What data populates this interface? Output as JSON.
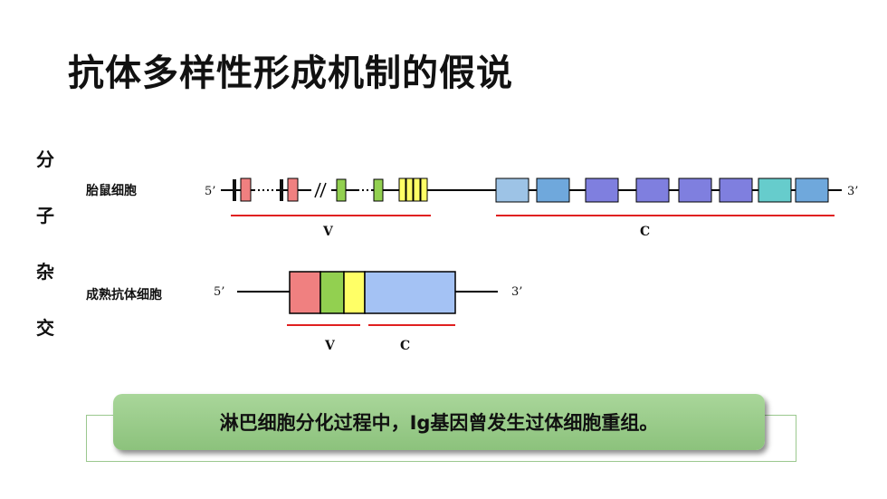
{
  "title": "抗体多样性形成机制的假说",
  "side_label": [
    "分",
    "子",
    "杂",
    "交"
  ],
  "row1": {
    "label": "胎鼠细胞",
    "five": "5’",
    "three": "3’",
    "v": "V",
    "c": "C"
  },
  "row2": {
    "label": "成熟抗体细胞",
    "five": "5’",
    "three": "3’",
    "v": "V",
    "c": "C"
  },
  "note": "淋巴细胞分化过程中，Ig基因曾发生过体细胞重组。",
  "colors": {
    "red_segment": "#f08080",
    "green_segment": "#92d050",
    "yellow_segment": "#ffff66",
    "light_blue": "#9dc3e6",
    "mid_blue": "#7f7fdf",
    "teal": "#66cccc",
    "underline": "#e02020",
    "note_bg": "#9ccd8c"
  }
}
